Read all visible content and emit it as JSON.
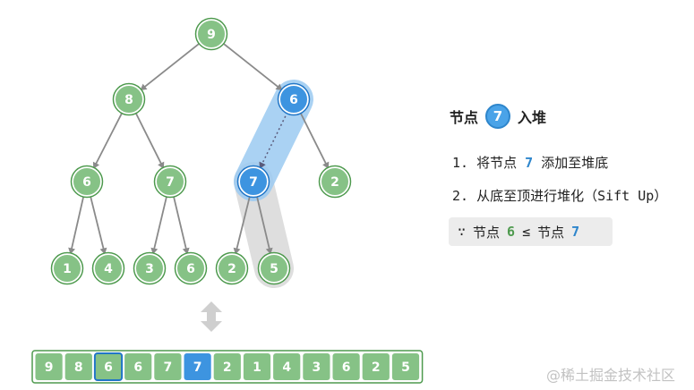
{
  "tree": {
    "nodes": [
      {
        "id": 0,
        "value": "9",
        "state": "normal"
      },
      {
        "id": 1,
        "value": "8",
        "state": "normal"
      },
      {
        "id": 2,
        "value": "6",
        "state": "compare"
      },
      {
        "id": 3,
        "value": "6",
        "state": "normal"
      },
      {
        "id": 4,
        "value": "7",
        "state": "normal"
      },
      {
        "id": 5,
        "value": "7",
        "state": "active"
      },
      {
        "id": 6,
        "value": "2",
        "state": "normal"
      },
      {
        "id": 7,
        "value": "1",
        "state": "normal"
      },
      {
        "id": 8,
        "value": "4",
        "state": "normal"
      },
      {
        "id": 9,
        "value": "3",
        "state": "normal"
      },
      {
        "id": 10,
        "value": "6",
        "state": "normal"
      },
      {
        "id": 11,
        "value": "2",
        "state": "normal"
      },
      {
        "id": 12,
        "value": "5",
        "state": "normal"
      }
    ],
    "edges": [
      [
        0,
        1
      ],
      [
        0,
        2
      ],
      [
        1,
        3
      ],
      [
        1,
        4
      ],
      [
        2,
        5
      ],
      [
        2,
        6
      ],
      [
        3,
        7
      ],
      [
        3,
        8
      ],
      [
        4,
        9
      ],
      [
        4,
        10
      ],
      [
        5,
        11
      ],
      [
        5,
        12
      ]
    ]
  },
  "array": {
    "cells": [
      {
        "value": "9",
        "state": "normal"
      },
      {
        "value": "8",
        "state": "normal"
      },
      {
        "value": "6",
        "state": "compare"
      },
      {
        "value": "6",
        "state": "normal"
      },
      {
        "value": "7",
        "state": "normal"
      },
      {
        "value": "7",
        "state": "active"
      },
      {
        "value": "2",
        "state": "normal"
      },
      {
        "value": "1",
        "state": "normal"
      },
      {
        "value": "4",
        "state": "normal"
      },
      {
        "value": "3",
        "state": "normal"
      },
      {
        "value": "6",
        "state": "normal"
      },
      {
        "value": "2",
        "state": "normal"
      },
      {
        "value": "5",
        "state": "normal"
      }
    ]
  },
  "panel": {
    "title_prefix": "节点",
    "title_badge": "7",
    "title_suffix": "入堆",
    "steps": [
      {
        "num": "1.",
        "parts": [
          "将节点",
          "7",
          "添加至堆底"
        ]
      },
      {
        "num": "2.",
        "text": "从底至顶进行堆化（Sift Up）"
      }
    ],
    "condition": {
      "because": "∵",
      "left_label": "节点",
      "left_value": "6",
      "op": "≤",
      "right_label": "节点",
      "right_value": "7"
    }
  },
  "watermark": "@稀土掘金技术社区",
  "colors": {
    "node_fill": "#86c286",
    "node_stroke": "#4e9a4e",
    "active_fill": "#3d94e0",
    "active_stroke": "#2176c7",
    "compare_fill": "#3d94e0",
    "path_highlight": "#9ccbf2",
    "old_path": "#d9d9d9",
    "edge": "#8a8a8a"
  },
  "icons": {
    "swap": "up-down-arrow-icon"
  }
}
